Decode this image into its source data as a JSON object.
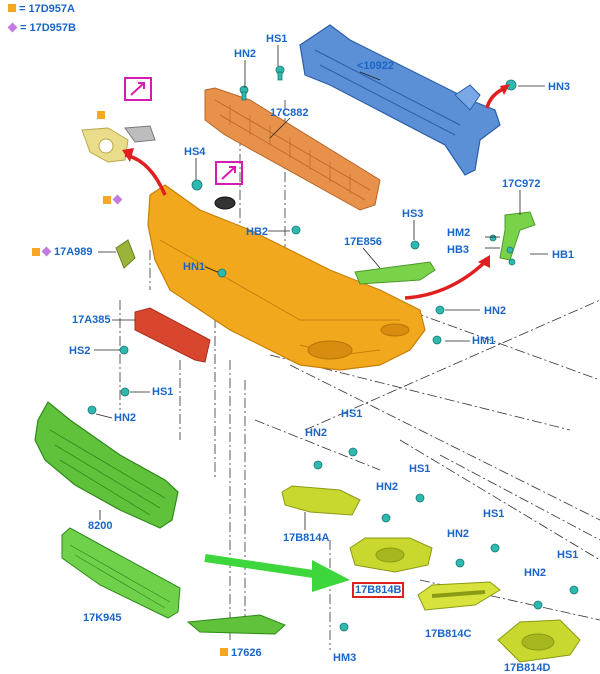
{
  "legend": [
    {
      "marker": "square",
      "color": "#f5a623",
      "text": "= 17D957A"
    },
    {
      "marker": "diamond",
      "color": "#c47be0",
      "text": "= 17D957B"
    }
  ],
  "labels": {
    "hn2_top": "HN2",
    "hs1_top": "HS1",
    "p10922": "<10922",
    "hn3_right": "HN3",
    "p17c882": "17C882",
    "hs4": "HS4",
    "p17c972": "17C972",
    "hb2": "HB2",
    "hs3": "HS3",
    "p17e856": "17E856",
    "hm2": "HM2",
    "hb3": "HB3",
    "hb1": "HB1",
    "p17a989": "17A989",
    "hn1": "HN1",
    "p17a385": "17A385",
    "hn2_mid": "HN2",
    "hs2": "HS2",
    "hm1": "HM1",
    "hs1_grille": "HS1",
    "hn2_grille": "HN2",
    "hs1_a": "HS1",
    "hn2_a": "HN2",
    "hs1_b": "HS1",
    "hn2_b": "HN2",
    "p17b814a": "17B814A",
    "p8200": "8200",
    "hn2_c": "HN2",
    "hs1_c": "HS1",
    "p17b814b": "17B814B",
    "hs1_d": "HS1",
    "hn2_d": "HN2",
    "p17k945": "17K945",
    "p17b814c": "17B814C",
    "p17626": "17626",
    "hm3": "HM3",
    "p17b814d": "17B814D"
  },
  "colors": {
    "label_blue": "#1a66c8",
    "bumper_orange": "#f2a81c",
    "reinforcement_blue": "#5b8fd6",
    "absorber_orange": "#e8914a",
    "grille_green": "#5fc23a",
    "trim_yellow_green": "#c9d82e",
    "lower_strip_red": "#d9462e",
    "arrow_red": "#e02020",
    "arrow_green": "#3dd63d",
    "fastener_teal": "#2fb8b0",
    "callout_magenta": "#d81bb0",
    "highlight_red": "#e02020"
  }
}
